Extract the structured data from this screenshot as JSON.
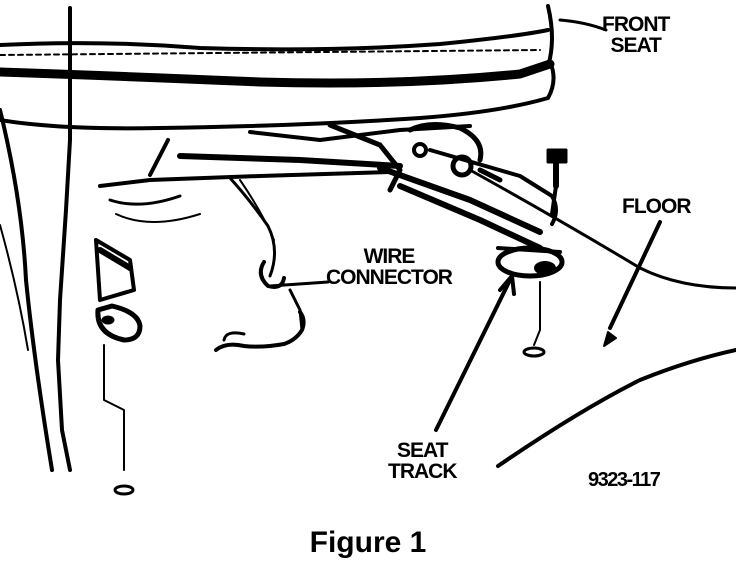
{
  "labels": {
    "front_seat": [
      "FRONT",
      "SEAT"
    ],
    "floor": "FLOOR",
    "wire_connector": [
      "WIRE",
      "CONNECTOR"
    ],
    "seat_track": [
      "SEAT",
      "TRACK"
    ],
    "figure_number": "9323-117"
  },
  "caption": "Figure 1"
}
